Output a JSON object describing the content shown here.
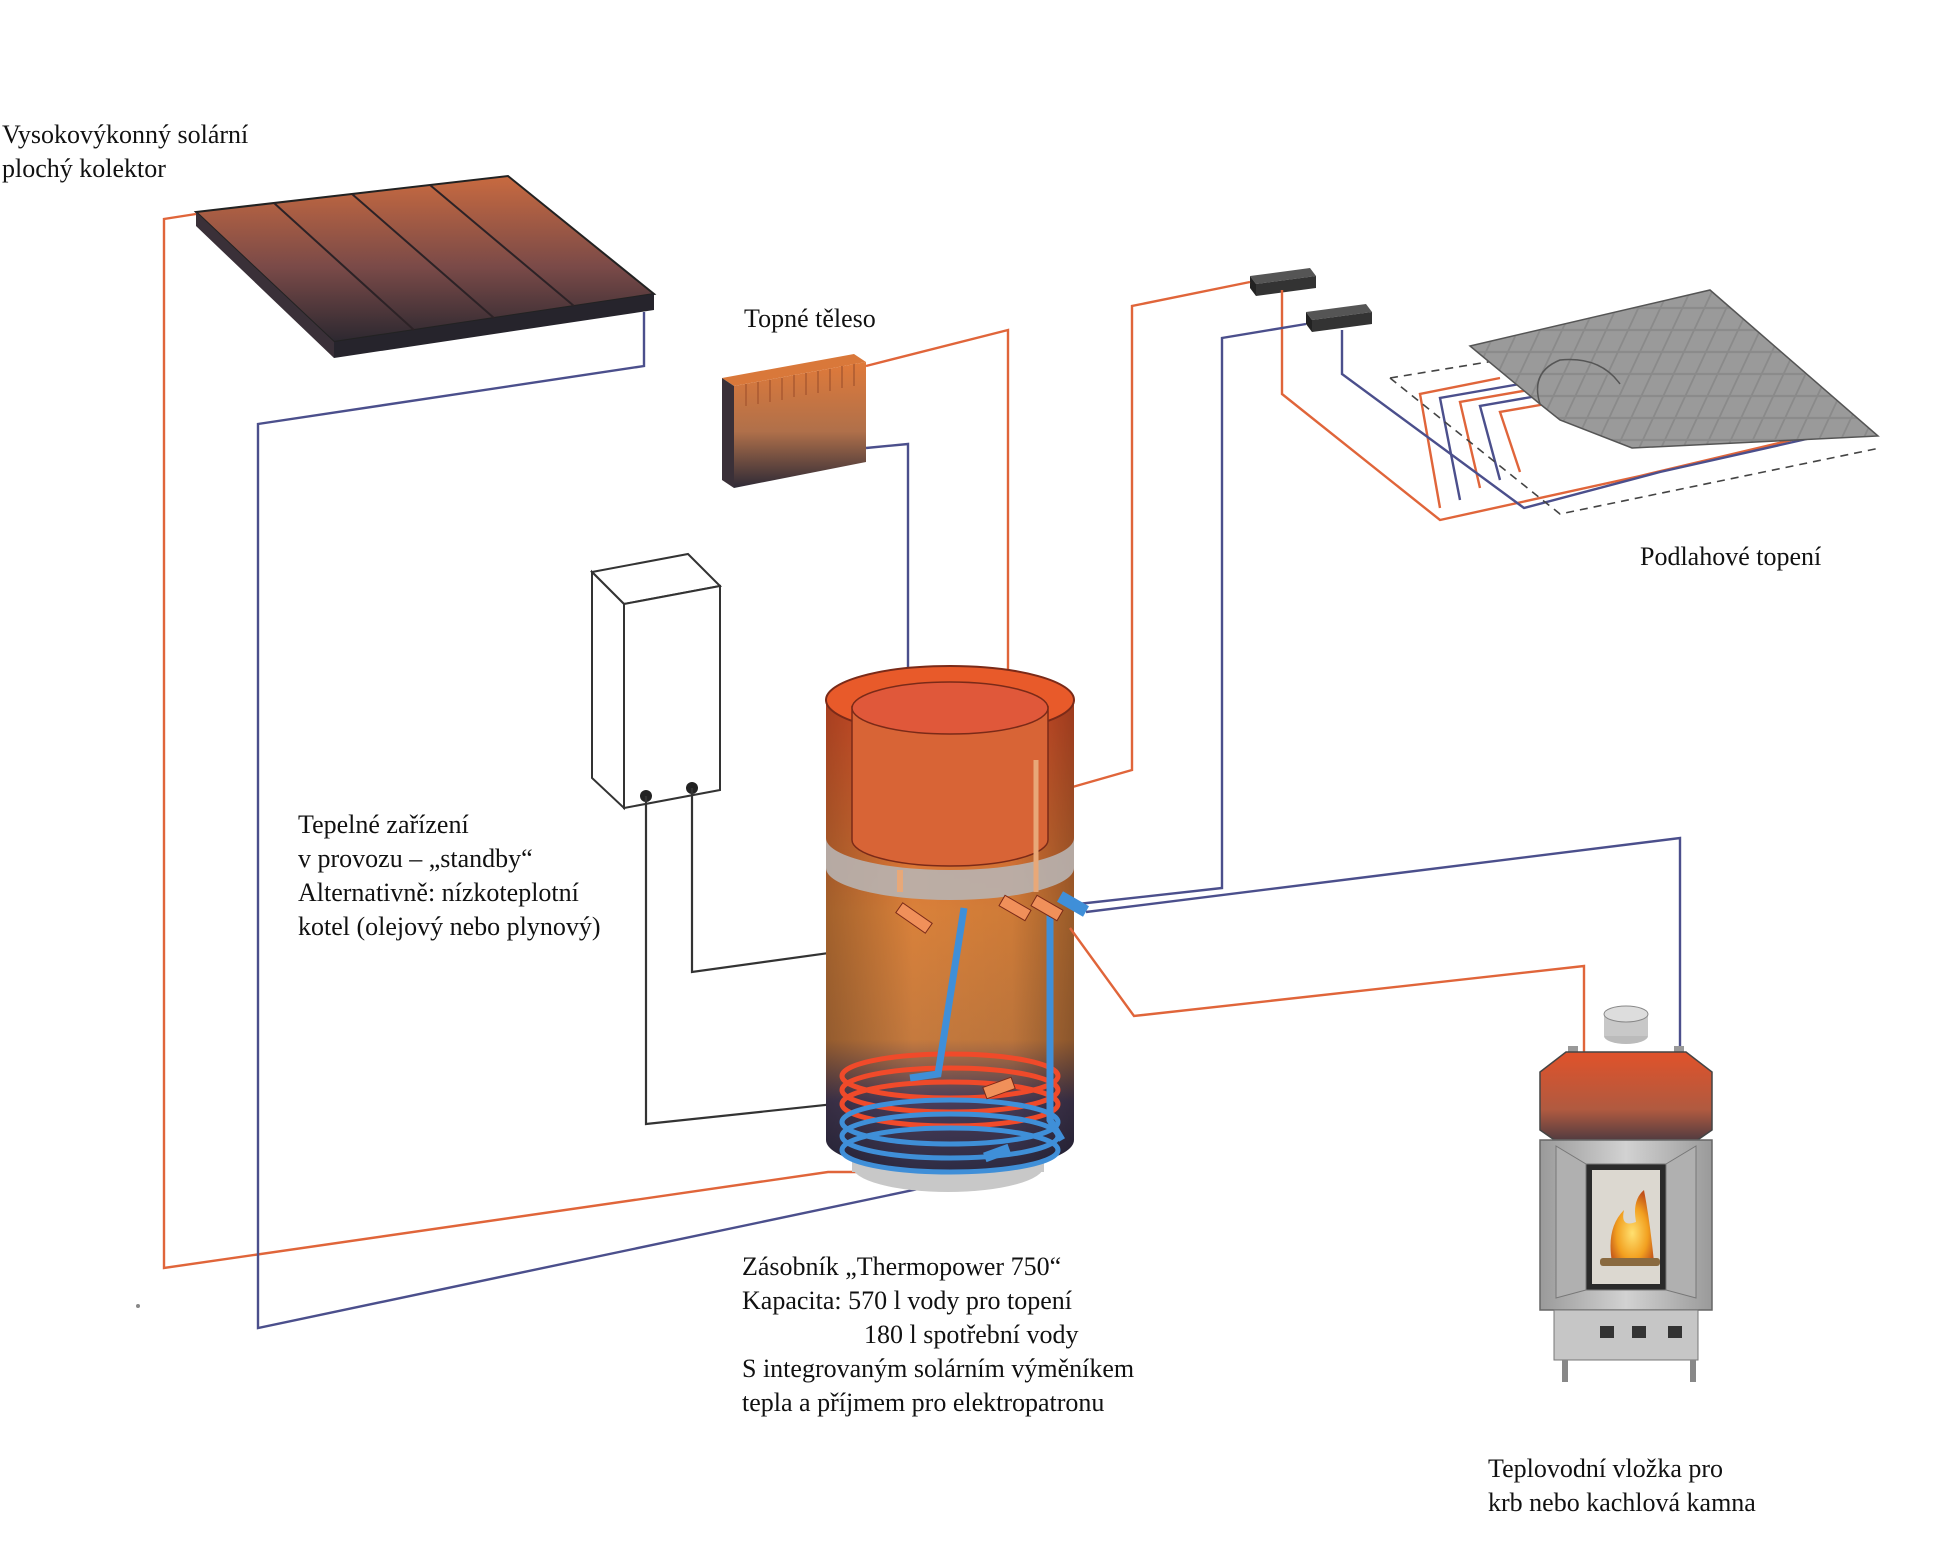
{
  "colors": {
    "supply_pipe": "#e0653a",
    "return_pipe": "#4b4f8c",
    "tank_hot": "#e0522a",
    "tank_warm": "#d9813a",
    "tank_cold": "#3b3a55",
    "coil_hot": "#f04a2a",
    "coil_cold": "#3f8fd8",
    "collector_top": "#c86a40",
    "collector_dark": "#2c2830",
    "floor_tiles": "#8a8a8a",
    "stove_steel": "#b8b8b8",
    "flame": "#f2a020"
  },
  "labels": {
    "collector": [
      "Vysokovýkonný solární",
      "plochý kolektor"
    ],
    "radiator": "Topné těleso",
    "floor_heating": "Podlahové topení",
    "boiler": [
      "Tepelné zařízení",
      "v provozu – „standby“",
      "Alternativně: nízkoteplotní",
      "kotel (olejový nebo plynový)"
    ],
    "tank": {
      "line1": "Zásobník „Thermopower 750“",
      "line2": "Kapacita: 570 l vody pro topení",
      "line3": "180 l spotřební vody",
      "line4": "S integrovaným solárním výměníkem",
      "line5": "tepla a příjmem pro elektropatronu"
    },
    "fireplace": [
      "Teplovodní vložka pro",
      "krb nebo kachlová kamna"
    ]
  }
}
